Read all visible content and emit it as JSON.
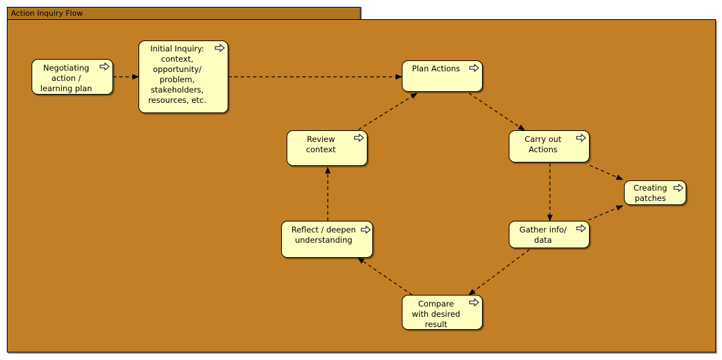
{
  "diagram": {
    "title": "Action Inquiry Flow",
    "colors": {
      "frame_fill": "#c37f25",
      "tab_fill": "#ad7620",
      "node_fill": "#fffec0",
      "stroke": "#000000"
    },
    "nodes": [
      {
        "id": "negotiating",
        "label": "Negotiating\naction /\nlearning plan",
        "icon": "arrow-right-icon"
      },
      {
        "id": "initial-inquiry",
        "label": "Initial Inquiry:\ncontext,\nopportunity/\nproblem,\nstakeholders,\nresources, etc.",
        "icon": "arrow-right-icon"
      },
      {
        "id": "plan-actions",
        "label": "Plan Actions",
        "icon": "arrow-right-icon"
      },
      {
        "id": "review-context",
        "label": "Review\ncontext",
        "icon": "arrow-right-icon"
      },
      {
        "id": "carry-out-actions",
        "label": "Carry out\nActions",
        "icon": "arrow-right-icon"
      },
      {
        "id": "creating-patches",
        "label": "Creating\npatches",
        "icon": "arrow-right-icon"
      },
      {
        "id": "reflect",
        "label": "Reflect / deepen\nunderstanding",
        "icon": "arrow-right-icon"
      },
      {
        "id": "gather-info",
        "label": "Gather info/\ndata",
        "icon": "arrow-right-icon"
      },
      {
        "id": "compare",
        "label": "Compare\nwith desired\nresult",
        "icon": "arrow-right-icon"
      }
    ],
    "edges": [
      {
        "from": "negotiating",
        "to": "initial-inquiry",
        "style": "dashed"
      },
      {
        "from": "initial-inquiry",
        "to": "plan-actions",
        "style": "dashed"
      },
      {
        "from": "plan-actions",
        "to": "carry-out-actions",
        "style": "dashed"
      },
      {
        "from": "carry-out-actions",
        "to": "creating-patches",
        "style": "dashed"
      },
      {
        "from": "carry-out-actions",
        "to": "gather-info",
        "style": "dashed"
      },
      {
        "from": "gather-info",
        "to": "creating-patches",
        "style": "dashed"
      },
      {
        "from": "gather-info",
        "to": "compare",
        "style": "dashed"
      },
      {
        "from": "compare",
        "to": "reflect",
        "style": "dashed"
      },
      {
        "from": "reflect",
        "to": "review-context",
        "style": "dashed"
      },
      {
        "from": "review-context",
        "to": "plan-actions",
        "style": "dashed"
      }
    ]
  }
}
